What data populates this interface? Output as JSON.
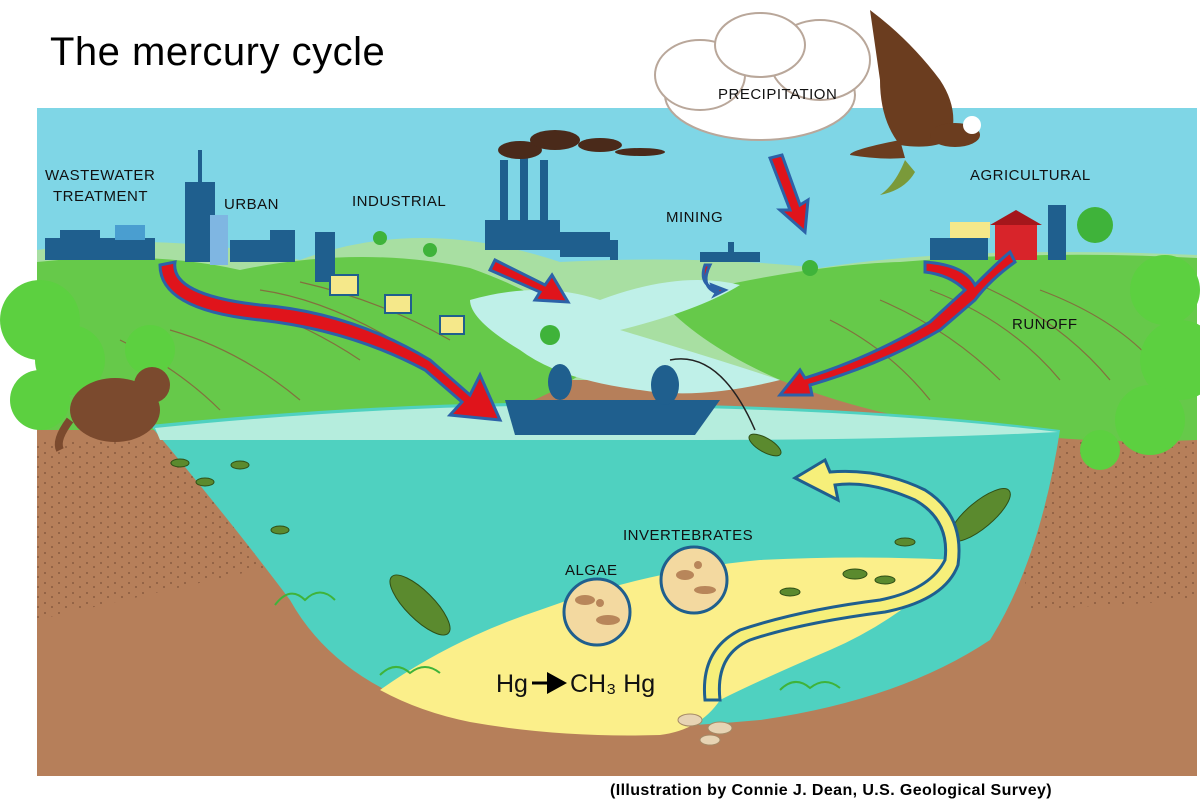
{
  "title": "The mercury cycle",
  "credit": "(Illustration by Connie J. Dean, U.S. Geological Survey)",
  "labels": {
    "wastewater_line1": "WASTEWATER",
    "wastewater_line2": "TREATMENT",
    "urban": "URBAN",
    "industrial": "INDUSTRIAL",
    "mining": "MINING",
    "precipitation": "PRECIPITATION",
    "agricultural": "AGRICULTURAL",
    "runoff": "RUNOFF",
    "invertebrates": "INVERTEBRATES",
    "algae": "ALGAE"
  },
  "reaction": {
    "reactant": "Hg",
    "product": "CH₃ Hg"
  },
  "colors": {
    "sky": "#7fd6e6",
    "land": "#66c94a",
    "water": "#4fd1c0",
    "soil": "#b67f5a",
    "sediment": "#fbef8a",
    "source_arrow": "#e0141b",
    "food_chain_arrow": "#f6ef7a",
    "structure": "#1f5f8e"
  }
}
